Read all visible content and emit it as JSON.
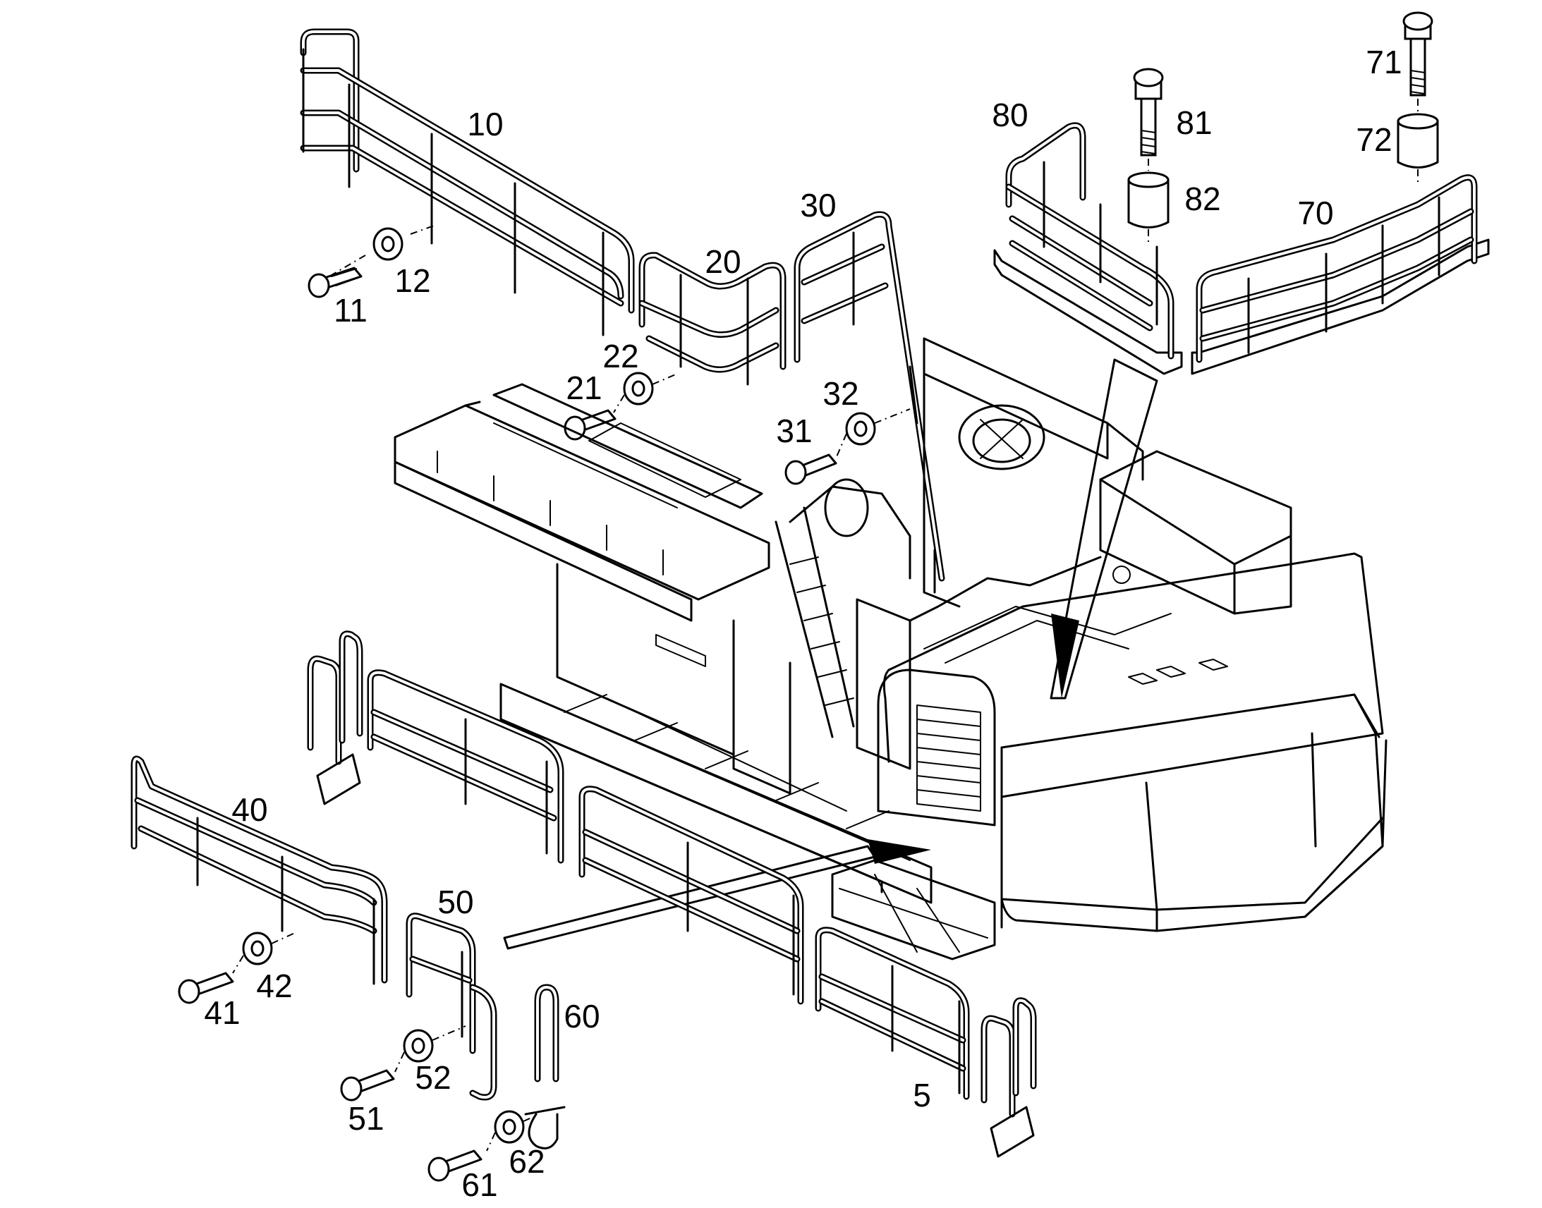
{
  "callouts": [
    {
      "id": "10",
      "label": "10"
    },
    {
      "id": "11",
      "label": "11"
    },
    {
      "id": "12",
      "label": "12"
    },
    {
      "id": "20",
      "label": "20"
    },
    {
      "id": "21",
      "label": "21"
    },
    {
      "id": "22",
      "label": "22"
    },
    {
      "id": "30",
      "label": "30"
    },
    {
      "id": "31",
      "label": "31"
    },
    {
      "id": "32",
      "label": "32"
    },
    {
      "id": "40",
      "label": "40"
    },
    {
      "id": "41",
      "label": "41"
    },
    {
      "id": "42",
      "label": "42"
    },
    {
      "id": "50",
      "label": "50"
    },
    {
      "id": "51",
      "label": "51"
    },
    {
      "id": "52",
      "label": "52"
    },
    {
      "id": "60",
      "label": "60"
    },
    {
      "id": "61",
      "label": "61"
    },
    {
      "id": "62",
      "label": "62"
    },
    {
      "id": "70",
      "label": "70"
    },
    {
      "id": "71",
      "label": "71"
    },
    {
      "id": "72",
      "label": "72"
    },
    {
      "id": "80",
      "label": "80"
    },
    {
      "id": "81",
      "label": "81"
    },
    {
      "id": "82",
      "label": "82"
    },
    {
      "id": "5",
      "label": "5"
    }
  ],
  "colors": {
    "line": "#000000",
    "background": "#ffffff"
  }
}
